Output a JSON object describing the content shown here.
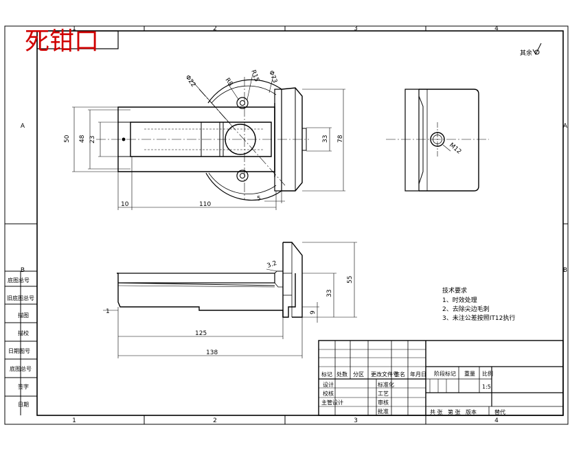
{
  "title": "死钳口",
  "surface_note": "其余",
  "border_cols": [
    "1",
    "2",
    "3",
    "4"
  ],
  "border_rows_left": [
    "A",
    "B"
  ],
  "left_strip": [
    "底图总号",
    "旧底图总号",
    "描图",
    "描校",
    "日期图号",
    "底图总号",
    "签字",
    "日期"
  ],
  "dims": {
    "d_phi22": "Φ22",
    "d_r8": "R8",
    "d_r15": "R15",
    "d_phi73": "Φ73",
    "d_50": "50",
    "d_48": "48",
    "d_23": "23",
    "d_33_top": "33",
    "d_78": "78",
    "d_10": "10",
    "d_110": "110",
    "d_5": "5",
    "d_m12": "M12",
    "d_32": "3.2",
    "d_33_front": "33",
    "d_55": "55",
    "d_9": "9",
    "d_1": "1",
    "d_125": "125",
    "d_138": "138"
  },
  "tech_requirements": {
    "heading": "技术要求",
    "items": [
      "1、时效处理",
      "2、去除尖边毛刺",
      "3、未注公差按照IT12执行"
    ]
  },
  "title_block": {
    "header_row": [
      "标记",
      "处数",
      "分区",
      "更改文件号",
      "签名",
      "年月日"
    ],
    "role_rows": [
      "设计",
      "校核",
      "主管设计"
    ],
    "mid_labels": [
      "标准化",
      "工艺",
      "审核",
      "批准"
    ],
    "stage_header": [
      "阶段标记",
      "重量",
      "比例"
    ],
    "scale": "1:5",
    "sheet_row": [
      "共 张",
      "第 张",
      "版本"
    ],
    "replace": "替代"
  }
}
